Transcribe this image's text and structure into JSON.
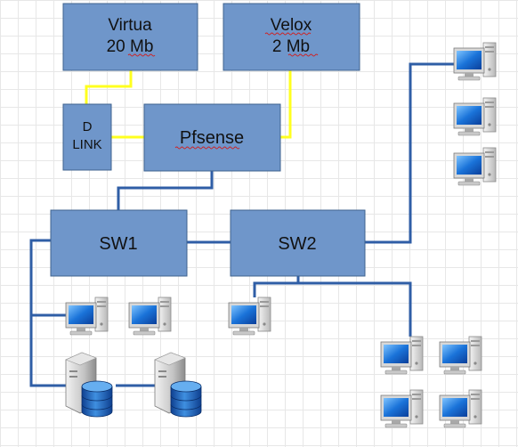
{
  "diagram": {
    "boxes": {
      "virtua": {
        "line1": "Virtua",
        "line2": "20 Mb"
      },
      "velox": {
        "line1": "Velox",
        "line2": "2 Mb"
      },
      "dlink": {
        "line1": "D",
        "line2": "LINK"
      },
      "pfsense": {
        "label": "Pfsense"
      },
      "sw1": {
        "label": "SW1"
      },
      "sw2": {
        "label": "SW2"
      }
    },
    "colors": {
      "box_fill": "#6f96ca",
      "box_stroke": "#3f638f",
      "wan_link": "#ffff1f",
      "lan_link": "#2f5ea6"
    },
    "icons": {
      "workstation": "desktop-computer-icon",
      "server": "database-server-icon"
    }
  }
}
